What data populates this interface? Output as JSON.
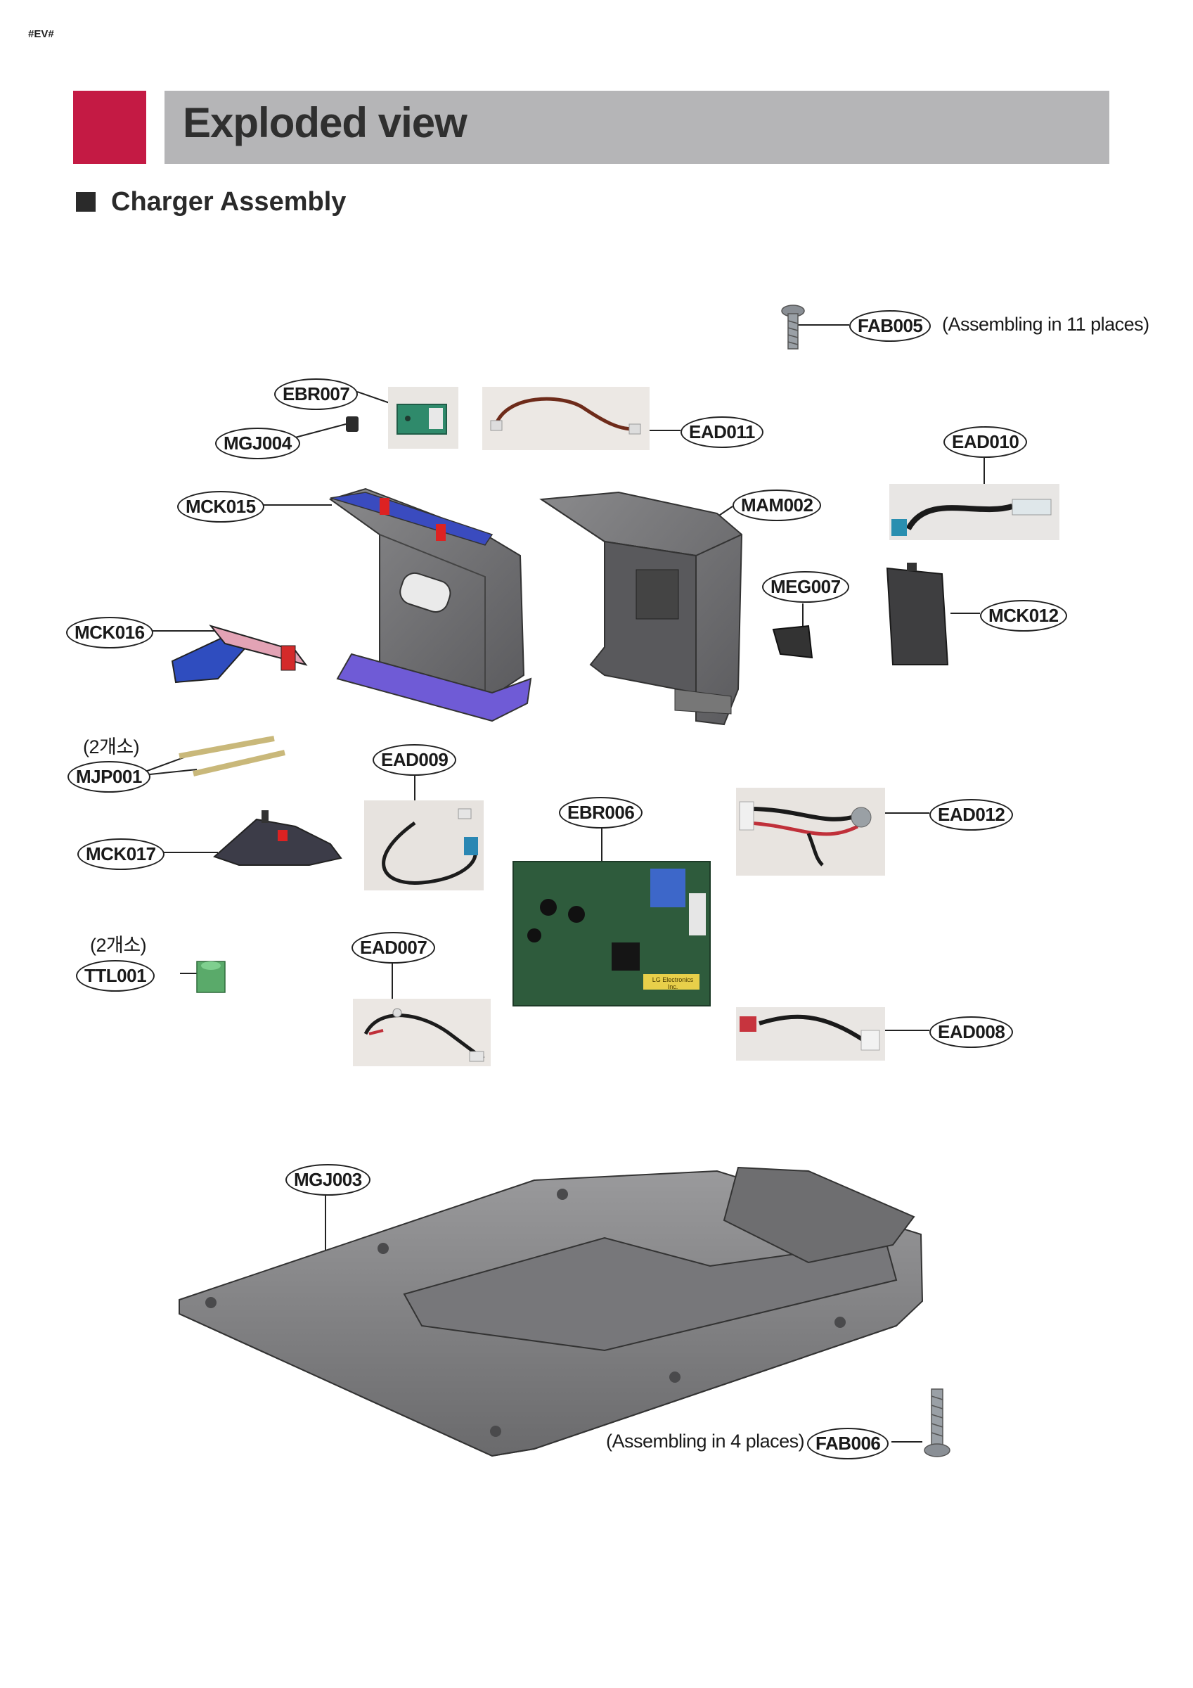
{
  "header": {
    "corner_tag": "#EV#",
    "title": "Exploded view",
    "section": "Charger Assembly"
  },
  "labels": {
    "fab005": "FAB005",
    "ebr007": "EBR007",
    "mgj004": "MGJ004",
    "ead011": "EAD011",
    "ead010": "EAD010",
    "mck015": "MCK015",
    "mam002": "MAM002",
    "meg007": "MEG007",
    "mck012": "MCK012",
    "mck016": "MCK016",
    "mjp001": "MJP001",
    "ead009": "EAD009",
    "ebr006": "EBR006",
    "ead012": "EAD012",
    "mck017": "MCK017",
    "ttl001": "TTL001",
    "ead007": "EAD007",
    "ead008": "EAD008",
    "mgj003": "MGJ003",
    "fab006": "FAB006"
  },
  "notes": {
    "fab005_note": "(Assembling in 11 places)",
    "mjp001_qty": "(2개소)",
    "ttl001_qty": "(2개소)",
    "fab006_note": "(Assembling in 4 places)"
  },
  "pcb_sticker": "LG Electronics Inc."
}
